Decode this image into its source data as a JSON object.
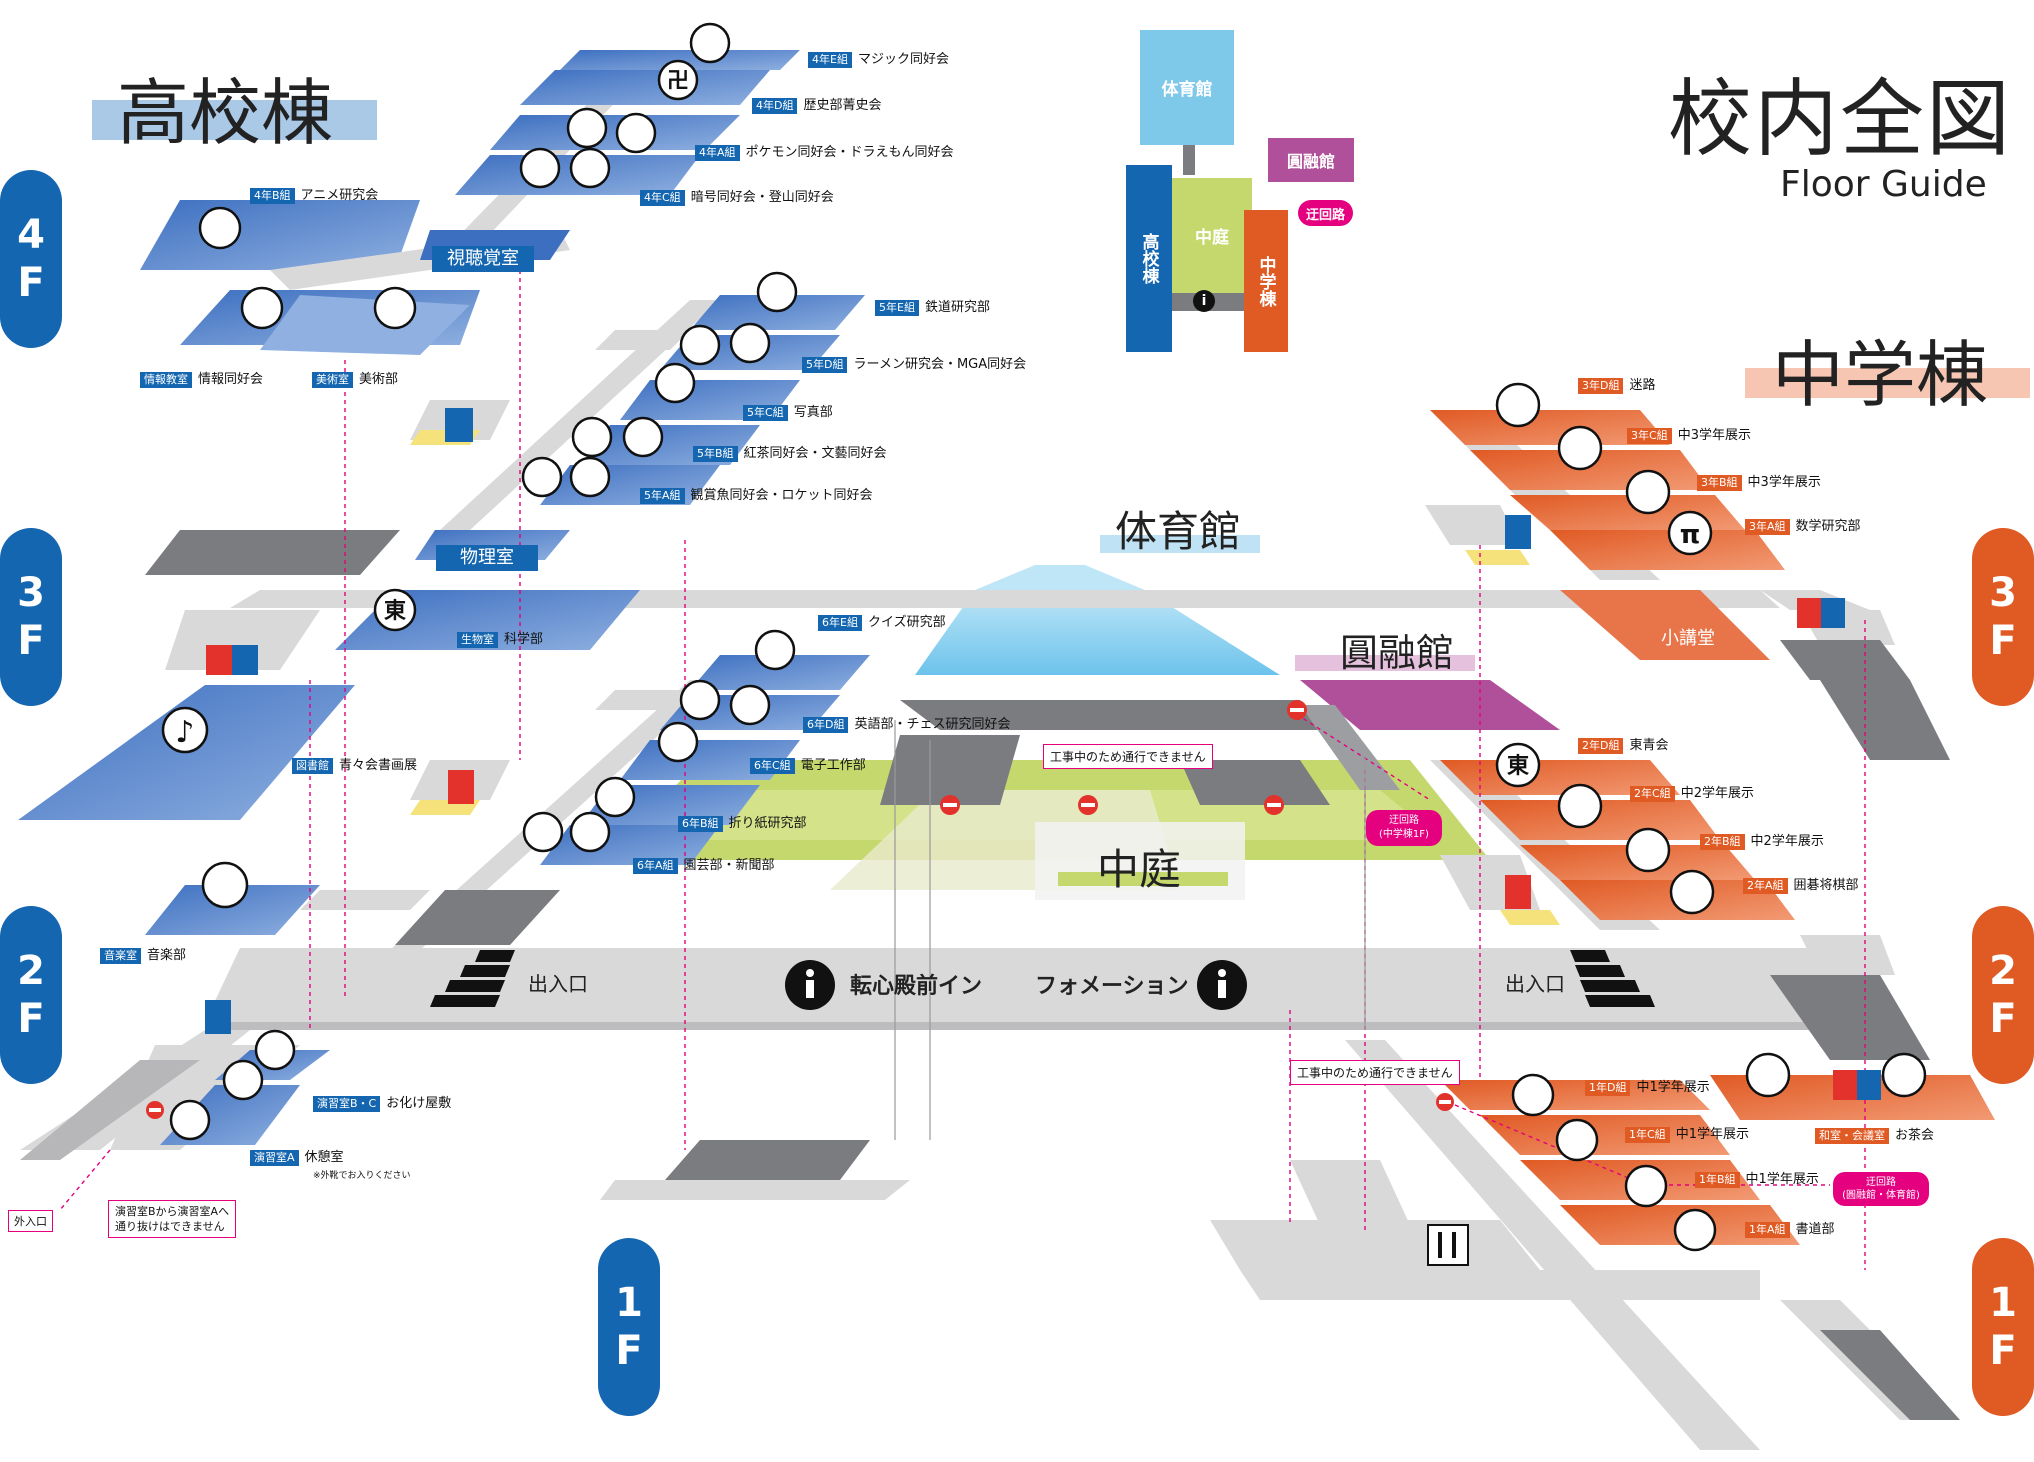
{
  "header": {
    "title": "校内全図",
    "subtitle": "Floor Guide",
    "high_school": "高校棟",
    "middle_school": "中学棟",
    "gym": "体育館",
    "enyukan": "圓融館",
    "courtyard": "中庭"
  },
  "floors": {
    "f4": [
      "4",
      "F"
    ],
    "f3": [
      "3",
      "F"
    ],
    "f2": [
      "2",
      "F"
    ],
    "f1": [
      "1",
      "F"
    ]
  },
  "overview": {
    "gym": "体育館",
    "high": "高校棟",
    "courtyard": "中庭",
    "middle": "中学棟",
    "enyukan": "圓融館",
    "detour": "迂回路"
  },
  "rooms_hs4": [
    {
      "tag": "4年E組",
      "name": "マジック同好会"
    },
    {
      "tag": "4年D組",
      "name": "歴史部菁史会"
    },
    {
      "tag": "4年A組",
      "name": "ポケモン同好会・ドラえもん同好会"
    },
    {
      "tag": "4年C組",
      "name": "暗号同好会・登山同好会"
    },
    {
      "tag": "4年B組",
      "name": "アニメ研究会"
    },
    {
      "tag": "情報教室",
      "name": "情報同好会"
    },
    {
      "tag": "美術室",
      "name": "美術部"
    }
  ],
  "rooms_hs5": [
    {
      "tag": "5年E組",
      "name": "鉄道研究部"
    },
    {
      "tag": "5年D組",
      "name": "ラーメン研究会・MGA同好会"
    },
    {
      "tag": "5年C組",
      "name": "写真部"
    },
    {
      "tag": "5年B組",
      "name": "紅茶同好会・文藝同好会"
    },
    {
      "tag": "5年A組",
      "name": "観賞魚同好会・ロケット同好会"
    },
    {
      "tag": "生物室",
      "name": "科学部"
    },
    {
      "tag": "図書館",
      "name": "青々会書画展"
    }
  ],
  "rooms_hs6": [
    {
      "tag": "6年E組",
      "name": "クイズ研究部"
    },
    {
      "tag": "6年D組",
      "name": "英語部・チェス研究同好会"
    },
    {
      "tag": "6年C組",
      "name": "電子工作部"
    },
    {
      "tag": "6年B組",
      "name": "折り紙研究部"
    },
    {
      "tag": "6年A組",
      "name": "園芸部・新聞部"
    },
    {
      "tag": "音楽室",
      "name": "音楽部"
    },
    {
      "tag": "演習室B・C",
      "name": "お化け屋敷"
    },
    {
      "tag": "演習室A",
      "name": "休憩室"
    }
  ],
  "hall_labels": {
    "av_room": "視聴覚室",
    "physics": "物理室",
    "small_hall": "小講堂"
  },
  "rooms_ms3": [
    {
      "tag": "3年D組",
      "name": "迷路"
    },
    {
      "tag": "3年C組",
      "name": "中3学年展示"
    },
    {
      "tag": "3年B組",
      "name": "中3学年展示"
    },
    {
      "tag": "3年A組",
      "name": "数学研究部"
    }
  ],
  "rooms_ms2": [
    {
      "tag": "2年D組",
      "name": "東青会"
    },
    {
      "tag": "2年C組",
      "name": "中2学年展示"
    },
    {
      "tag": "2年B組",
      "name": "中2学年展示"
    },
    {
      "tag": "2年A組",
      "name": "囲碁将棋部"
    }
  ],
  "rooms_ms1": [
    {
      "tag": "1年D組",
      "name": "中1学年展示"
    },
    {
      "tag": "1年C組",
      "name": "中1学年展示"
    },
    {
      "tag": "1年B組",
      "name": "中1学年展示"
    },
    {
      "tag": "1年A組",
      "name": "書道部"
    },
    {
      "tag": "和室・会議室",
      "name": "お茶会"
    }
  ],
  "main": {
    "entrance": "出入口",
    "info_left": "転心殿前イン",
    "info_right": "フォメーション"
  },
  "notes": {
    "no_pass_top": "工事中のため通行できません",
    "no_pass_bottom": "工事中のため通行できません",
    "detour_ms": [
      "迂回路",
      "(中学棟1F)"
    ],
    "detour_gym": [
      "迂回路",
      "(圓融館・体育館)"
    ],
    "outside_entrance": "外入口",
    "enshu_note": [
      "演習室Bから演習室Aへ",
      "通り抜けはできません"
    ],
    "no_shoes": "※外靴でお入りください"
  },
  "colors": {
    "hs_blue": "#1466b0",
    "hs_room": "#5a88cc",
    "ms_orange": "#e05a24",
    "ms_room": "#e8754a",
    "corridor": "#d9d9da",
    "dark": "#7b7c80",
    "courtyard": "#c5d86d",
    "gym": "#7ec8ea",
    "enyukan": "#b0509a",
    "pink": "#e4007f"
  }
}
